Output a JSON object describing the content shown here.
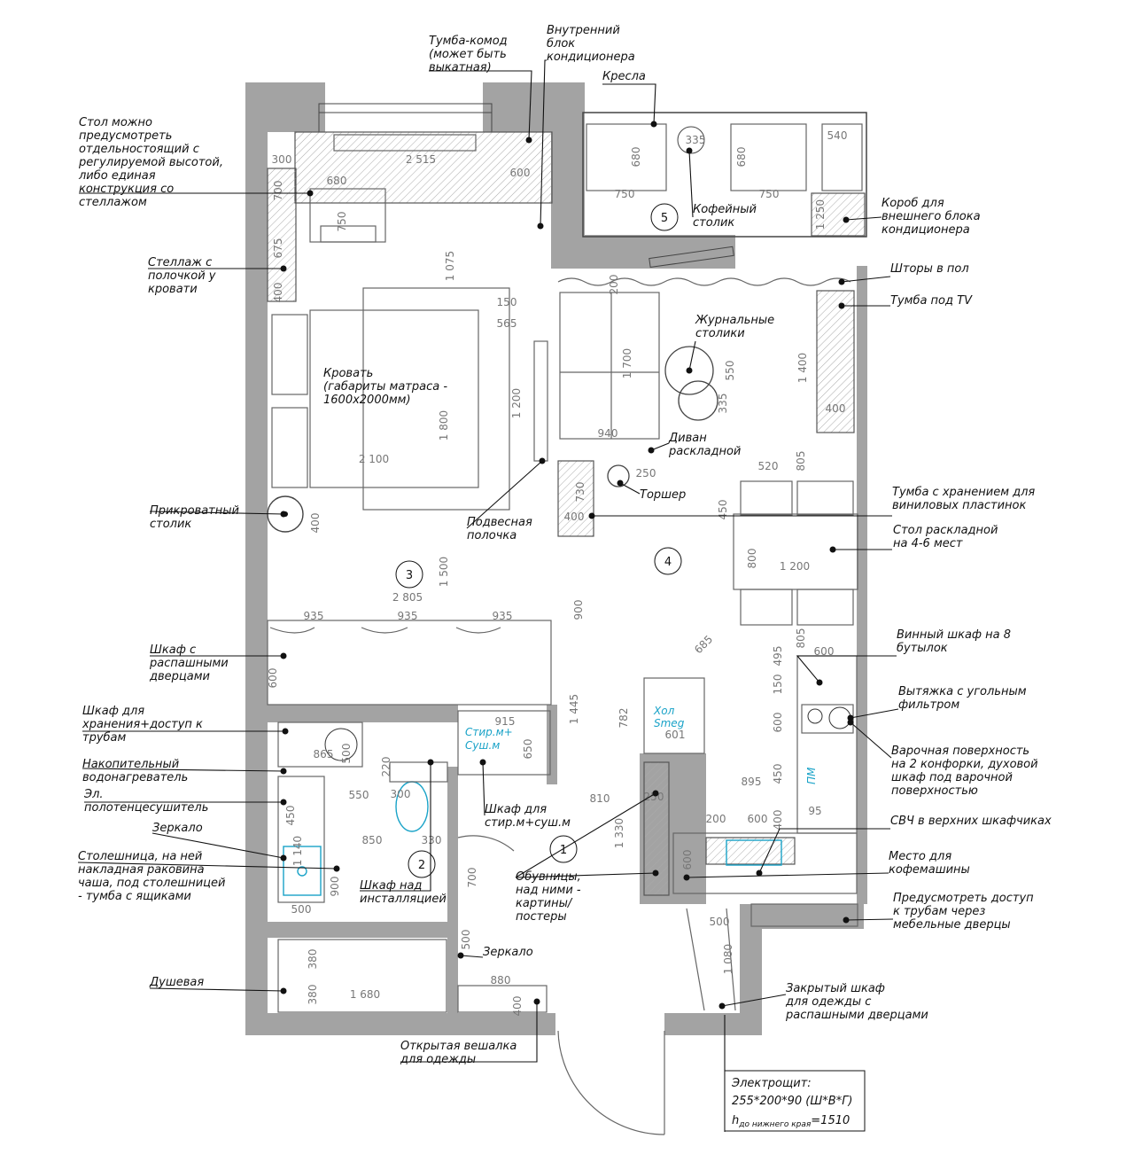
{
  "rooms": [
    {
      "number": "1"
    },
    {
      "number": "2"
    },
    {
      "number": "3"
    },
    {
      "number": "4"
    },
    {
      "number": "5"
    }
  ],
  "callouts": [
    {
      "lines": [
        "Тумба-комод",
        "(может быть",
        "выкатная)"
      ]
    },
    {
      "lines": [
        "Внутренний",
        "блок",
        "кондиционера"
      ]
    },
    {
      "lines": [
        "Кресла"
      ]
    },
    {
      "lines": [
        "Стол можно",
        "предусмотреть",
        "отдельностоящий с",
        "регулируемой высотой,",
        "либо единая",
        "конструкция со",
        "стеллажом"
      ]
    },
    {
      "lines": [
        "Кофейный",
        "столик"
      ]
    },
    {
      "lines": [
        "Короб для",
        "внешнего блока",
        "кондиционера"
      ]
    },
    {
      "lines": [
        "Стеллаж с",
        "полочкой у",
        "кровати"
      ]
    },
    {
      "lines": [
        "Шторы в пол"
      ]
    },
    {
      "lines": [
        "Тумба под TV"
      ]
    },
    {
      "lines": [
        "Журнальные",
        "столики"
      ]
    },
    {
      "lines": [
        "Кровать",
        "(габариты матраса -",
        "1600х2000мм)"
      ]
    },
    {
      "lines": [
        "Диван",
        "раскладной"
      ]
    },
    {
      "lines": [
        "Торшер"
      ]
    },
    {
      "lines": [
        "Тумба с хранением для",
        "виниловых пластинок"
      ]
    },
    {
      "lines": [
        "Прикроватный",
        "столик"
      ]
    },
    {
      "lines": [
        "Подвесная",
        "полочка"
      ]
    },
    {
      "lines": [
        "Стол раскладной",
        "на 4-6 мест"
      ]
    },
    {
      "lines": [
        "Шкаф с",
        "распашными",
        "дверцами"
      ]
    },
    {
      "lines": [
        "Винный шкаф на 8",
        "бутылок"
      ]
    },
    {
      "lines": [
        "Вытяжка с угольным",
        "фильтром"
      ]
    },
    {
      "lines": [
        "Шкаф для",
        "хранения+доступ к",
        "трубам"
      ]
    },
    {
      "lines": [
        "Варочная поверхность",
        "на 2 конфорки, духовой",
        "шкаф под варочной",
        "поверхностью"
      ]
    },
    {
      "lines": [
        "Накопительный",
        "водонагреватель"
      ]
    },
    {
      "lines": [
        "Эл.",
        "полотенцесушитель"
      ]
    },
    {
      "lines": [
        "Шкаф для",
        "стир.м+суш.м"
      ]
    },
    {
      "lines": [
        "СВЧ в верхних шкафчиках"
      ]
    },
    {
      "lines": [
        "Зеркало"
      ]
    },
    {
      "lines": [
        "Столешница, на ней",
        "накладная раковина",
        "чаша, под столешницей",
        "- тумба с ящиками"
      ]
    },
    {
      "lines": [
        "Шкаф над",
        "инсталляцией"
      ]
    },
    {
      "lines": [
        "Обувницы,",
        "над ними -",
        "картины/",
        "постеры"
      ]
    },
    {
      "lines": [
        "Место для",
        "кофемашины"
      ]
    },
    {
      "lines": [
        "Предусмотреть доступ",
        "к трубам через",
        "мебельные дверцы"
      ]
    },
    {
      "lines": [
        "Зеркало"
      ]
    },
    {
      "lines": [
        "Душевая"
      ]
    },
    {
      "lines": [
        "Закрытый шкаф",
        "для одежды с",
        "распашными дверцами"
      ]
    },
    {
      "lines": [
        "Открытая вешалка",
        "для одежды"
      ]
    }
  ],
  "appliances": {
    "washer_lines": [
      "Стир.м+",
      "Суш.м"
    ],
    "fridge_lines": [
      "Хол",
      "Smeg"
    ],
    "dishwasher": "ПМ"
  },
  "panel": {
    "title": "Электрощит:",
    "size": "255*200*90 (Ш*В*Г)",
    "h_main": "h",
    "h_sub": "до нижнего края",
    "h_val": "=1510"
  },
  "dimensions": [
    "300",
    "2 515",
    "600",
    "700",
    "680",
    "750",
    "675",
    "400",
    "1 075",
    "150",
    "565",
    "1 200",
    "1 800",
    "2 100",
    "400",
    "1 500",
    "2 805",
    "935",
    "935",
    "935",
    "600",
    "915",
    "650",
    "865",
    "500",
    "220",
    "550",
    "300",
    "450",
    "1 140",
    "850",
    "330",
    "900",
    "700",
    "500",
    "500",
    "380",
    "380",
    "1 680",
    "880",
    "400",
    "1 445",
    "900",
    "685",
    "782",
    "601",
    "810",
    "250",
    "1 330",
    "1 700",
    "940",
    "250",
    "730",
    "400",
    "520",
    "450",
    "800",
    "1 200",
    "805",
    "495",
    "600",
    "150",
    "600",
    "450",
    "895",
    "400",
    "95",
    "200",
    "600",
    "600",
    "500",
    "1 080",
    "680",
    "750",
    "335",
    "680",
    "750",
    "540",
    "1 250",
    "200",
    "1 400",
    "400",
    "550",
    "335",
    "805"
  ]
}
